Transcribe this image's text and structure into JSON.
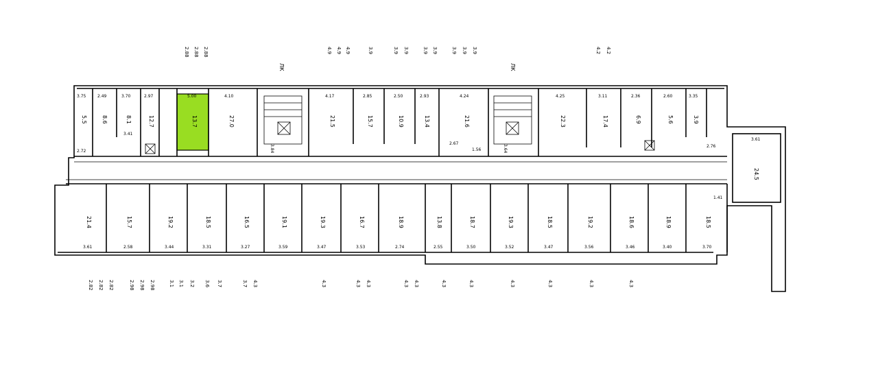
{
  "colors": {
    "line": "#000000",
    "highlight": "#99dd22",
    "background": "#ffffff"
  },
  "labels": {
    "stair_left": "ЛК",
    "stair_right": "ЛК"
  },
  "top_rooms": [
    {
      "id": "r1",
      "area": "5.5",
      "dim": "3.75"
    },
    {
      "id": "r2",
      "area": "8.6",
      "dim": "2.49"
    },
    {
      "id": "r3",
      "area": "8.1",
      "dim": "3.70"
    },
    {
      "id": "r4",
      "area": "12.7",
      "dim": "2.97"
    },
    {
      "id": "r5",
      "area": "13.7",
      "dim": "5.00",
      "highlighted": true
    },
    {
      "id": "r6",
      "area": "27.0",
      "dim": "4.10"
    },
    {
      "id": "r7",
      "area": "21.5",
      "dim": "4.17"
    },
    {
      "id": "r8",
      "area": "15.7",
      "dim": "2.85"
    },
    {
      "id": "r9",
      "area": "10.9",
      "dim": "2.50"
    },
    {
      "id": "r10",
      "area": "13.4",
      "dim": "2.93"
    },
    {
      "id": "r11",
      "area": "21.6",
      "dim": "4.24"
    },
    {
      "id": "r12",
      "area": "22.3",
      "dim": "4.25"
    },
    {
      "id": "r13",
      "area": "17.4",
      "dim": "3.11"
    },
    {
      "id": "r14",
      "area": "6.9",
      "dim": "2.36"
    },
    {
      "id": "r15",
      "area": "5.6",
      "dim": "2.60"
    },
    {
      "id": "r16",
      "area": "3.9",
      "dim": "3.35"
    }
  ],
  "bottom_rooms": [
    {
      "id": "b1",
      "area": "21.4",
      "dim": "3.61"
    },
    {
      "id": "b2",
      "area": "15.7",
      "dim": "2.58"
    },
    {
      "id": "b3",
      "area": "19.2",
      "dim": "3.44"
    },
    {
      "id": "b4",
      "area": "18.5",
      "dim": "3.31"
    },
    {
      "id": "b5",
      "area": "16.5",
      "dim": "3.27"
    },
    {
      "id": "b6",
      "area": "19.1",
      "dim": "3.59"
    },
    {
      "id": "b7",
      "area": "19.3",
      "dim": "3.47"
    },
    {
      "id": "b8",
      "area": "16.7",
      "dim": "3.53"
    },
    {
      "id": "b9",
      "area": "18.9",
      "dim": "2.74"
    },
    {
      "id": "b10",
      "area": "13.8",
      "dim": "2.55"
    },
    {
      "id": "b11",
      "area": "18.7",
      "dim": "3.50"
    },
    {
      "id": "b12",
      "area": "19.3",
      "dim": "3.52"
    },
    {
      "id": "b13",
      "area": "18.5",
      "dim": "3.47"
    },
    {
      "id": "b14",
      "area": "19.2",
      "dim": "3.56"
    },
    {
      "id": "b15",
      "area": "18.6",
      "dim": "3.46"
    },
    {
      "id": "b16",
      "area": "18.9",
      "dim": "3.40"
    },
    {
      "id": "b17",
      "area": "18.5",
      "dim": "3.70"
    }
  ],
  "misc": {
    "dim_left": "2.72",
    "dim_right_room": "3.61",
    "right_room_area": "24.5",
    "corridor_dim_1": "3.84",
    "corridor_dim_2": "3.64",
    "corridor_dim_3": "1.56",
    "corridor_dim_4": "2.76",
    "corridor_dim_5": "2.67",
    "small_dim_1": "3.41",
    "small_dim_2": "1.41"
  },
  "top_stamps": [
    "2.88",
    "2.88",
    "2.88",
    "4.9",
    "4.9",
    "4.9",
    "3.9",
    "3.9",
    "3.9",
    "3.9",
    "3.9",
    "3.9",
    "3.9",
    "3.9",
    "4.2",
    "4.2"
  ],
  "bottom_stamps": [
    "2.82",
    "2.82",
    "2.82",
    "2.98",
    "2.98",
    "2.98",
    "3.1",
    "3.1",
    "3.2",
    "3.6",
    "3.7",
    "3.7",
    "4.3",
    "4.3",
    "4.3",
    "4.3",
    "4.3",
    "4.3",
    "4.3",
    "4.3",
    "4.3",
    "4.3",
    "4.3",
    "4.3"
  ]
}
